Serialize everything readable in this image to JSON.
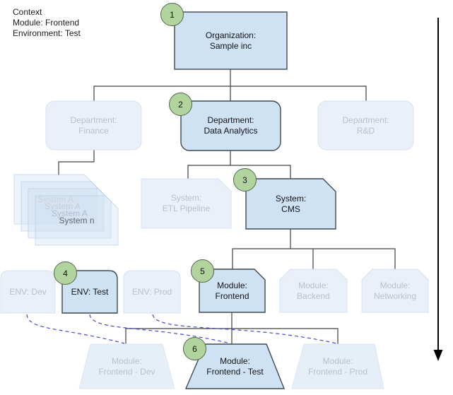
{
  "context": {
    "title": "Context",
    "module": "Module: Frontend",
    "environment": "Environment: Test"
  },
  "steps": {
    "s1": "1",
    "s2": "2",
    "s3": "3",
    "s4": "4",
    "s5": "5",
    "s6": "6"
  },
  "nodes": {
    "organization": {
      "label": "Organization:\nSample inc"
    },
    "dept_finance": {
      "label": "Department:\nFinance"
    },
    "dept_data_analytics": {
      "label": "Department:\nData Analytics"
    },
    "dept_rnd": {
      "label": "Department:\nR&D"
    },
    "system_stack": {
      "labels": [
        "System A",
        "System A",
        "System A",
        "System n"
      ]
    },
    "system_etl": {
      "label": "System:\nETL Pipeline"
    },
    "system_cms": {
      "label": "System:\nCMS"
    },
    "env_dev": {
      "label": "ENV: Dev"
    },
    "env_test": {
      "label": "ENV: Test"
    },
    "env_prod": {
      "label": "ENV: Prod"
    },
    "module_frontend": {
      "label": "Module:\nFrontend"
    },
    "module_backend": {
      "label": "Module:\nBackend"
    },
    "module_networking": {
      "label": "Module:\nNetworking"
    },
    "module_frontend_dev": {
      "label": "Module:\nFrontend - Dev"
    },
    "module_frontend_test": {
      "label": "Module:\nFrontend - Test"
    },
    "module_frontend_prod": {
      "label": "Module:\nFrontend - Prod"
    }
  },
  "colors": {
    "active_fill": "#cfe2f3",
    "active_stroke": "#40484f",
    "faded_fill": "#e9f0f9",
    "faded_stroke": "#d7e1ee",
    "faded_text": "#b9c0c9",
    "badge_fill": "#b1d49e",
    "badge_stroke": "#54664b",
    "dashed_link": "#4646d8",
    "connector": "#404040",
    "arrow": "#000000"
  }
}
